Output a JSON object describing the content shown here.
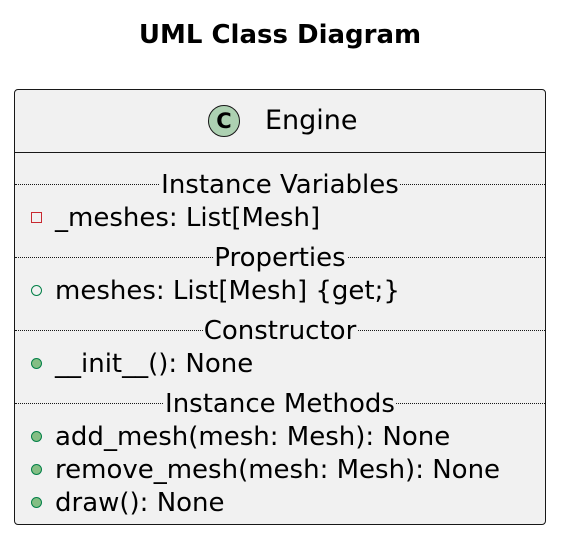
{
  "diagram": {
    "title": "UML Class Diagram",
    "class": {
      "stereotype_letter": "C",
      "name": "Engine",
      "sections": {
        "instance_variables": {
          "label": "Instance Variables",
          "members": [
            {
              "visibility": "private",
              "text": "_meshes: List[Mesh]"
            }
          ]
        },
        "properties": {
          "label": "Properties",
          "members": [
            {
              "visibility": "public",
              "text": "meshes: List[Mesh] {get;}"
            }
          ]
        },
        "constructor": {
          "label": "Constructor",
          "members": [
            {
              "visibility": "public",
              "text": "__init__(): None"
            }
          ]
        },
        "instance_methods": {
          "label": "Instance Methods",
          "members": [
            {
              "visibility": "public",
              "text": "add_mesh(mesh: Mesh): None"
            },
            {
              "visibility": "public",
              "text": "remove_mesh(mesh: Mesh): None"
            },
            {
              "visibility": "public",
              "text": "draw(): None"
            }
          ]
        }
      }
    }
  },
  "colors": {
    "class_background": "#f1f1f1",
    "border": "#181818",
    "stereotype_circle": "#add1b2",
    "private_marker": "#c82930",
    "public_marker_border": "#038048",
    "public_marker_fill": "#84be84"
  }
}
